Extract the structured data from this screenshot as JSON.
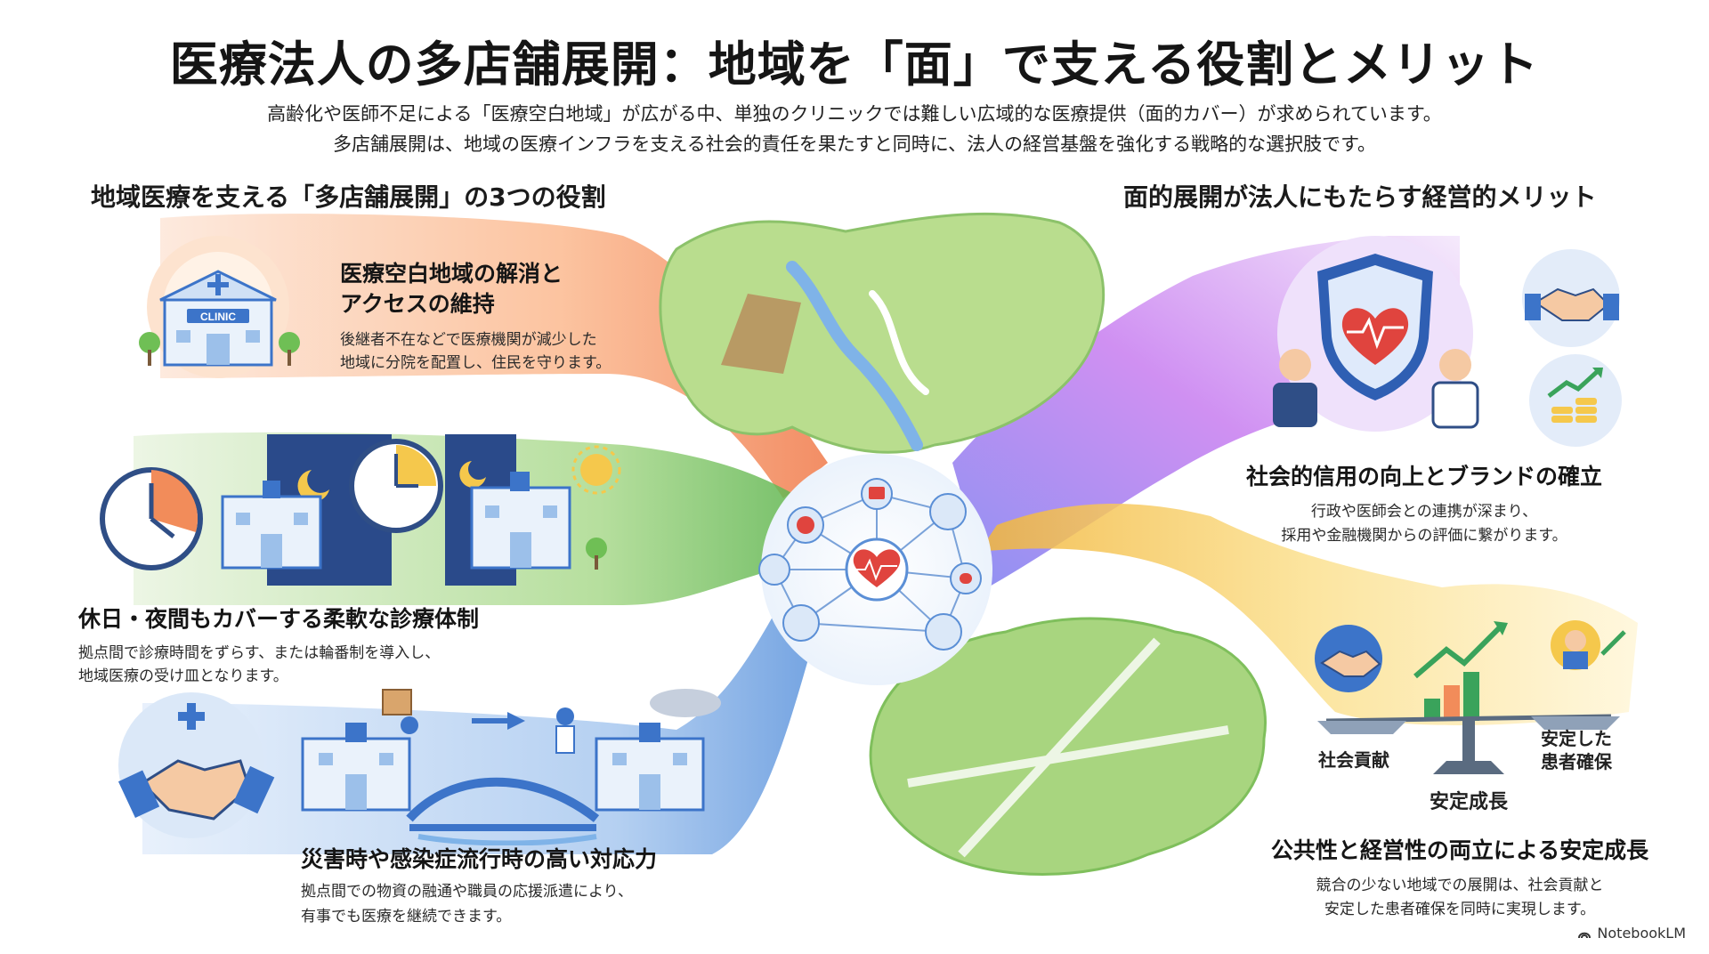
{
  "header": {
    "title": "医療法人の多店舗展開：地域を「面」で支える役割とメリット",
    "subtitle_line1": "高齢化や医師不足による「医療空白地域」が広がる中、単独のクリニックでは難しい広域的な医療提供（面的カバー）が求められています。",
    "subtitle_line2": "多店舗展開は、地域の医療インフラを支える社会的責任を果たすと同時に、法人の経営基盤を強化する戦略的な選択肢です。"
  },
  "left_section": {
    "heading": "地域医療を支える「多店舗展開」の3つの役割",
    "roles": [
      {
        "title_line1": "医療空白地域の解消と",
        "title_line2": "アクセスの維持",
        "text_line1": "後継者不在などで医療機関が減少した",
        "text_line2": "地域に分院を配置し、住民を守ります。",
        "icon": "clinic-icon",
        "sign": "CLINIC"
      },
      {
        "title_line1": "休日・夜間もカバーする柔軟な診療体制",
        "text_line1": "拠点間で診療時間をずらす、または輪番制を導入し、",
        "text_line2": "地域医療の受け皿となります。",
        "icon": "clock-icon"
      },
      {
        "title_line1": "災害時や感染症流行時の高い対応力",
        "text_line1": "拠点間での物資の融通や職員の応援派遣により、",
        "text_line2": "有事でも医療を継続できます。",
        "icon": "handshake-icon"
      }
    ]
  },
  "right_section": {
    "heading": "面的展開が法人にもたらす経営的メリット",
    "merits": [
      {
        "title": "社会的信用の向上とブランドの確立",
        "text_line1": "行政や医師会との連携が深まり、",
        "text_line2": "採用や金融機関からの評価に繋がります。",
        "icon": "shield-heart-icon"
      },
      {
        "title": "公共性と経営性の両立による安定成長",
        "text_line1": "競合の少ない地域での展開は、社会貢献と",
        "text_line2": "安定した患者確保を同時に実現します。",
        "icon": "balance-scale-icon"
      }
    ],
    "scale": {
      "left_label": "社会貢献",
      "right_label_line1": "安定した",
      "right_label_line2": "患者確保",
      "base_label": "安定成長"
    }
  },
  "footer": {
    "brand": "NotebookLM",
    "icon": "notebooklm-icon"
  },
  "colors": {
    "blue": "#3c74c9",
    "green": "#7cc25a",
    "orange": "#f28c5a",
    "purple": "#b07ae8",
    "yellow": "#f5c84c",
    "red": "#e0443e"
  }
}
